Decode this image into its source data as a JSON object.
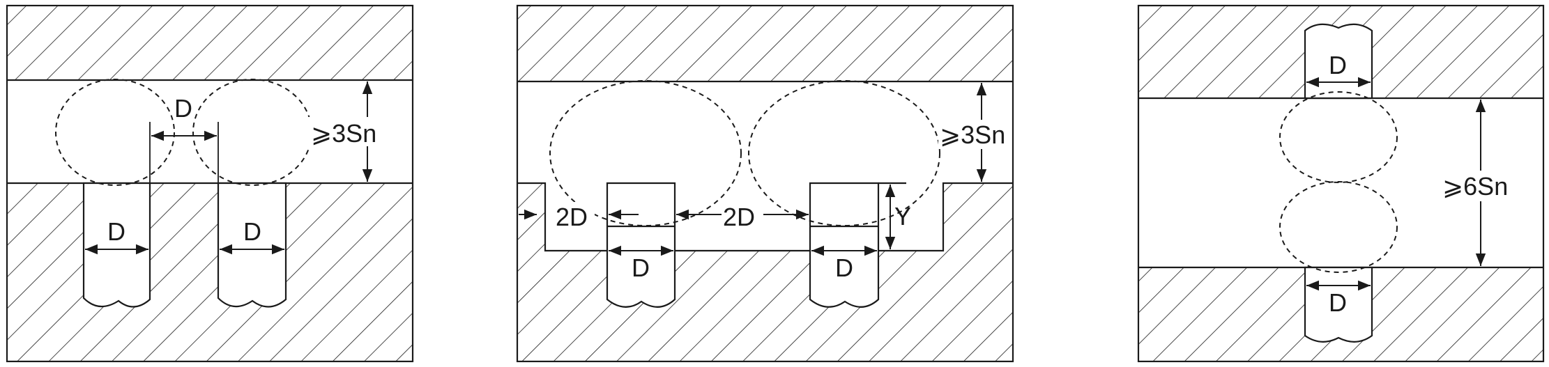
{
  "panels": [
    {
      "id": "side-by-side-mounting",
      "labels": {
        "gap": "D",
        "sensor_left": "D",
        "sensor_right": "D",
        "clearance": "⩾3Sn"
      }
    },
    {
      "id": "flush-recess-mounting",
      "labels": {
        "left_gap": "2D",
        "mid_gap": "2D",
        "recess_depth": "Y",
        "clearance": "⩾3Sn",
        "sensor_left": "D",
        "sensor_right": "D"
      }
    },
    {
      "id": "opposed-mounting",
      "labels": {
        "sensor_top": "D",
        "sensor_bottom": "D",
        "clearance": "⩾6Sn"
      }
    }
  ],
  "colors": {
    "line": "#1a1a1a",
    "background": "#ffffff"
  }
}
